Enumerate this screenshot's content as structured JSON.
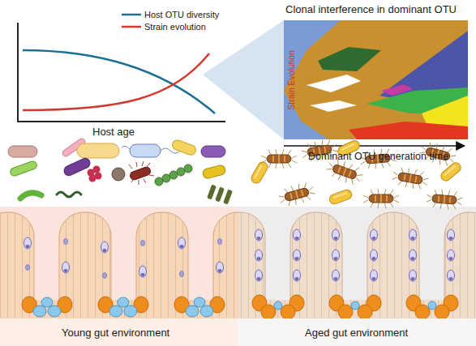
{
  "diagram": {
    "nodes": [
      {
        "text": [
          "Clonal interference in dominant OTU"
        ]
      }
    ],
    "labels": [
      "Host age",
      "Strain Evolution",
      "Dominant OTU generation time",
      "Young gut environment",
      "Aged gut environment"
    ],
    "legend": [
      {
        "text": "Host OTU diversity"
      },
      {
        "text": "Strain evolution"
      }
    ]
  }
}
